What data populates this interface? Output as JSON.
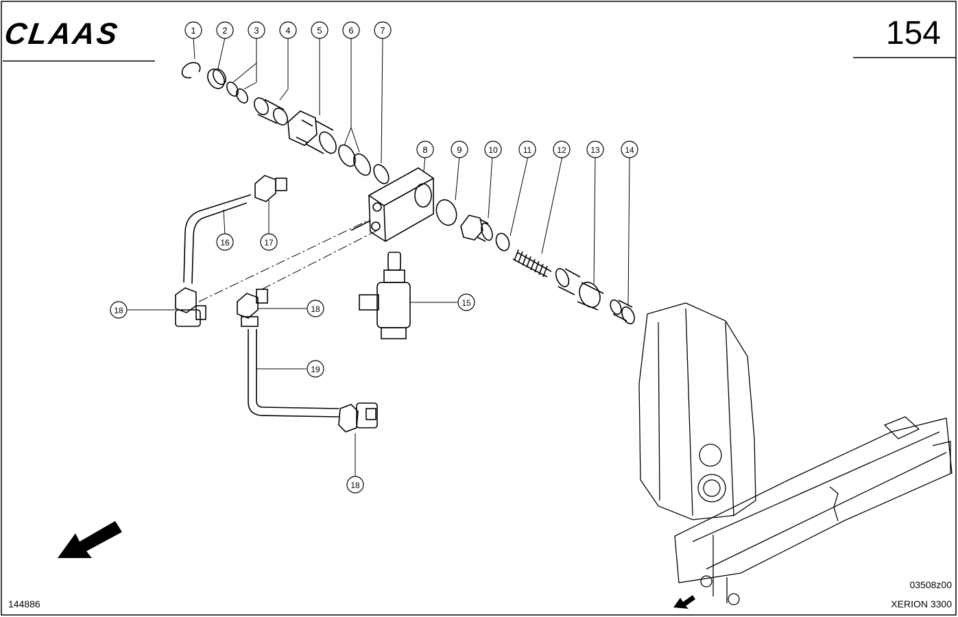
{
  "header": {
    "brand": "CLAAS",
    "page_number": "154"
  },
  "footer": {
    "left_code": "144886",
    "drawing_code": "03508z00",
    "model": "XERION 3300"
  },
  "callouts": [
    {
      "id": "c1",
      "label": "1"
    },
    {
      "id": "c2",
      "label": "2"
    },
    {
      "id": "c3",
      "label": "3"
    },
    {
      "id": "c4",
      "label": "4"
    },
    {
      "id": "c5",
      "label": "5"
    },
    {
      "id": "c6",
      "label": "6"
    },
    {
      "id": "c7",
      "label": "7"
    },
    {
      "id": "c8",
      "label": "8"
    },
    {
      "id": "c9",
      "label": "9"
    },
    {
      "id": "c10",
      "label": "10"
    },
    {
      "id": "c11",
      "label": "11"
    },
    {
      "id": "c12",
      "label": "12"
    },
    {
      "id": "c13",
      "label": "13"
    },
    {
      "id": "c14",
      "label": "14"
    },
    {
      "id": "c15",
      "label": "15"
    },
    {
      "id": "c16",
      "label": "16"
    },
    {
      "id": "c17",
      "label": "17"
    },
    {
      "id": "c18a",
      "label": "18"
    },
    {
      "id": "c18b",
      "label": "18"
    },
    {
      "id": "c19",
      "label": "19"
    },
    {
      "id": "c18c",
      "label": "18"
    }
  ]
}
